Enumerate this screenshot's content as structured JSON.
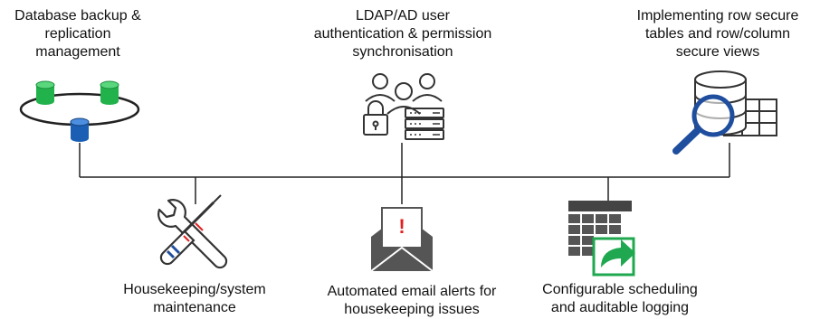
{
  "top_features": [
    {
      "label": "Database backup &\nreplication\nmanagement",
      "icon": "database-replication-icon"
    },
    {
      "label": "LDAP/AD user\nauthentication & permission\nsynchronisation",
      "icon": "user-server-lock-icon"
    },
    {
      "label": "Implementing row secure\ntables and row/column\nsecure views",
      "icon": "database-search-table-icon"
    }
  ],
  "bottom_features": [
    {
      "label": "Housekeeping/system\nmaintenance",
      "icon": "wrench-screwdriver-icon"
    },
    {
      "label": "Automated email alerts for\nhousekeeping issues",
      "icon": "envelope-alert-icon"
    },
    {
      "label": "Configurable scheduling\nand auditable logging",
      "icon": "calendar-export-icon"
    }
  ],
  "colors": {
    "line": "#222222",
    "icon_gray": "#555555",
    "db_green": "#22b24c",
    "db_blue": "#1a5fb4",
    "search_blue": "#1f4e9e",
    "export_green": "#1fa84f",
    "alert_red": "#e02020"
  }
}
